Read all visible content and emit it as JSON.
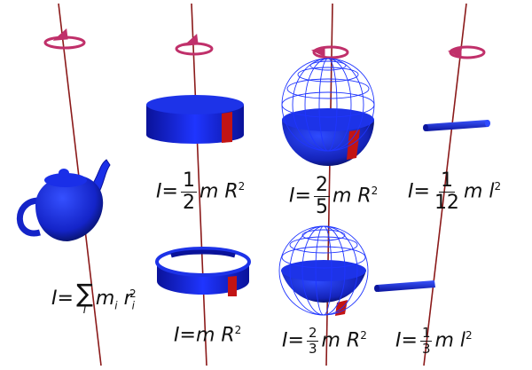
{
  "formulas": {
    "teapot": {
      "lhs": "I",
      "eq": "=",
      "sigma": "∑",
      "sigma_sub": "i",
      "m": "m",
      "m_sub": "i",
      "r": "r",
      "r_sub": "i",
      "r_exp": "2"
    },
    "solid_cylinder": {
      "lhs": "I",
      "eq": "=",
      "num": "1",
      "den": "2",
      "var": "m R",
      "exp": "2"
    },
    "solid_sphere": {
      "lhs": "I",
      "eq": "=",
      "num": "2",
      "den": "5",
      "var": "m R",
      "exp": "2"
    },
    "rod_center": {
      "lhs": "I",
      "eq": "=",
      "num": "1",
      "den": "12",
      "var": "m l",
      "exp": "2"
    },
    "hoop": {
      "lhs": "I",
      "eq": "=",
      "var": "m R",
      "exp": "2"
    },
    "hollow_sphere": {
      "lhs": "I",
      "eq": "=",
      "num": "2",
      "den": "3",
      "var": "m R",
      "exp": "2"
    },
    "rod_end": {
      "lhs": "I",
      "eq": "=",
      "num": "1",
      "den": "3",
      "var": "m l",
      "exp": "2"
    }
  },
  "colors": {
    "axis": "#8b1a1a",
    "body": "#1f2fd9",
    "body_dark": "#0a0f6b",
    "marker": "#c21414",
    "rotation_arrow": "#c0306a"
  }
}
